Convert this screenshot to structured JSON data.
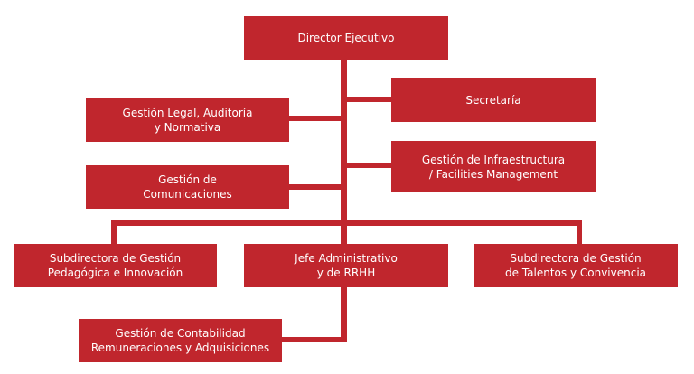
{
  "colors": {
    "box": "#c0262d",
    "line": "#c0262d",
    "text": "#ffffff",
    "background": "#ffffff"
  },
  "org_chart": {
    "director": "Director Ejecutivo",
    "secretaria": "Secretaría",
    "legal": "Gestión Legal, Auditoría\ny Normativa",
    "infraestructura": "Gestión de Infraestructura\n/ Facilities Management",
    "comunicaciones": "Gestión de\nComunicaciones",
    "subdirectora_pedagogica": "Subdirectora de Gestión\nPedagógica e Innovación",
    "jefe_administrativo": "Jefe Administrativo\ny de RRHH",
    "subdirectora_talentos": "Subdirectora de Gestión\nde Talentos y Convivencia",
    "contabilidad": "Gestión de Contabilidad\nRemuneraciones y Adquisiciones"
  }
}
